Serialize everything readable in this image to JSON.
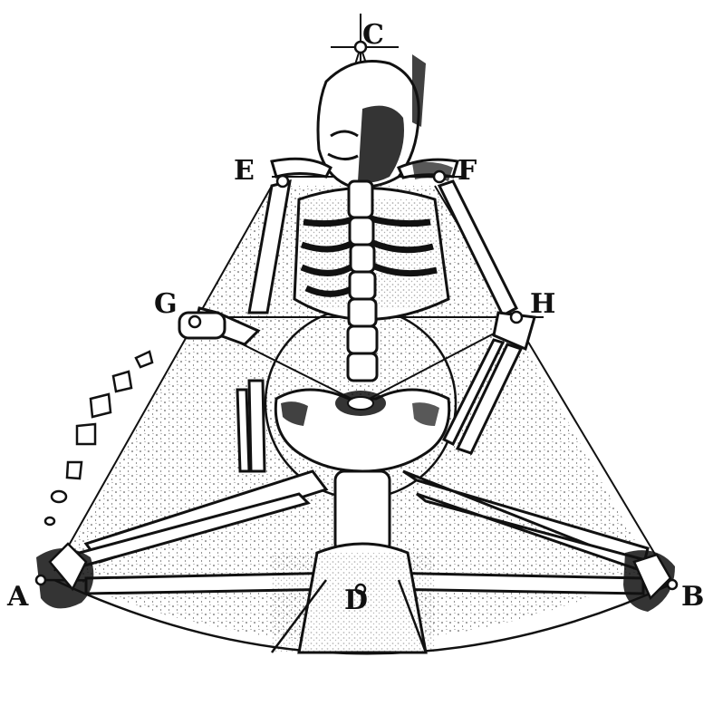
{
  "labels": {
    "a": "A",
    "b": "B",
    "c": "C",
    "d": "D",
    "e": "E",
    "f": "F",
    "g": "G",
    "h": "H"
  },
  "colors": {
    "ink": "#111111",
    "paper": "#ffffff"
  }
}
